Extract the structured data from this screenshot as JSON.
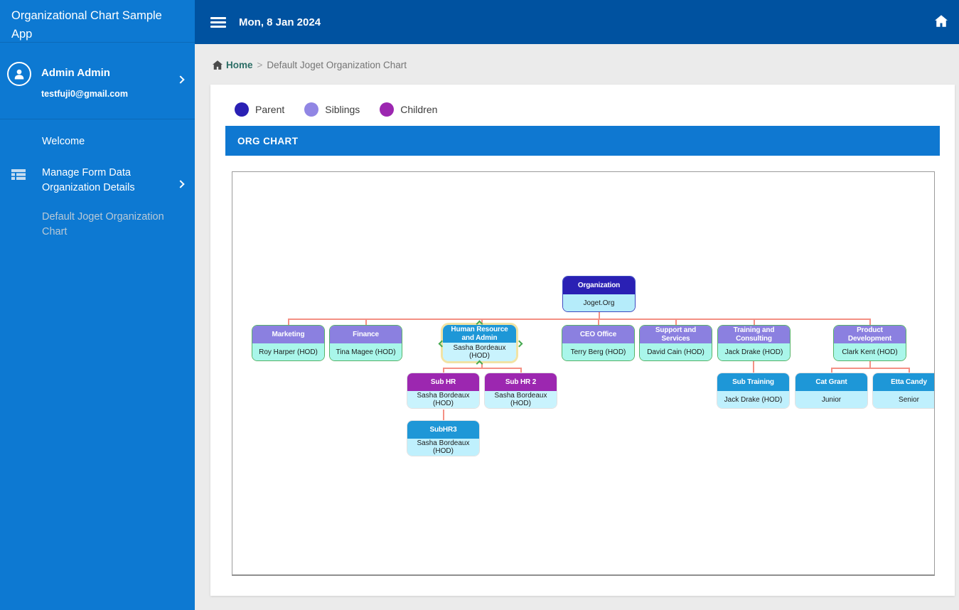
{
  "sidebar": {
    "app_title": "Organizational Chart Sample App",
    "user": {
      "name": "Admin Admin",
      "email": "testfuji0@gmail.com"
    },
    "items": [
      {
        "label": "Welcome"
      },
      {
        "label": "Manage Form Data Organization Details"
      },
      {
        "label": "Default Joget Organization Chart"
      }
    ]
  },
  "topbar": {
    "date": "Mon, 8 Jan 2024"
  },
  "breadcrumb": {
    "home": "Home",
    "separator": ">",
    "current": "Default Joget Organization Chart"
  },
  "legend": {
    "parent": {
      "label": "Parent",
      "color": "#2a20b4"
    },
    "siblings": {
      "label": "Siblings",
      "color": "#9186e4"
    },
    "children": {
      "label": "Children",
      "color": "#9c27b0"
    }
  },
  "panel": {
    "title": "ORG CHART"
  },
  "org_chart": {
    "connector_color": "#f49084",
    "highlight_color": "#f1e3a4",
    "nodes": {
      "org": {
        "title": "Organization",
        "subtitle": "Joget.Org",
        "role": "parent"
      },
      "marketing": {
        "title": "Marketing",
        "subtitle": "Roy Harper (HOD)",
        "role": "sibling"
      },
      "finance": {
        "title": "Finance",
        "subtitle": "Tina Magee (HOD)",
        "role": "sibling"
      },
      "hr": {
        "title": "Human Resource and Admin",
        "subtitle": "Sasha Bordeaux (HOD)",
        "role": "selected"
      },
      "ceo": {
        "title": "CEO Office",
        "subtitle": "Terry Berg (HOD)",
        "role": "sibling"
      },
      "support": {
        "title": "Support and Services",
        "subtitle": "David Cain (HOD)",
        "role": "sibling"
      },
      "training": {
        "title": "Training and Consulting",
        "subtitle": "Jack Drake (HOD)",
        "role": "sibling"
      },
      "product": {
        "title": "Product Development",
        "subtitle": "Clark Kent (HOD)",
        "role": "sibling"
      },
      "subhr": {
        "title": "Sub HR",
        "subtitle": "Sasha Bordeaux (HOD)",
        "role": "child"
      },
      "subhr2": {
        "title": "Sub HR 2",
        "subtitle": "Sasha Bordeaux (HOD)",
        "role": "child"
      },
      "subtraining": {
        "title": "Sub Training",
        "subtitle": "Jack Drake (HOD)",
        "role": "default"
      },
      "catgrant": {
        "title": "Cat Grant",
        "subtitle": "Junior",
        "role": "default"
      },
      "ettacandy": {
        "title": "Etta Candy",
        "subtitle": "Senior",
        "role": "default"
      },
      "subhr3": {
        "title": "SubHR3",
        "subtitle": "Sasha Bordeaux (HOD)",
        "role": "default"
      }
    }
  }
}
